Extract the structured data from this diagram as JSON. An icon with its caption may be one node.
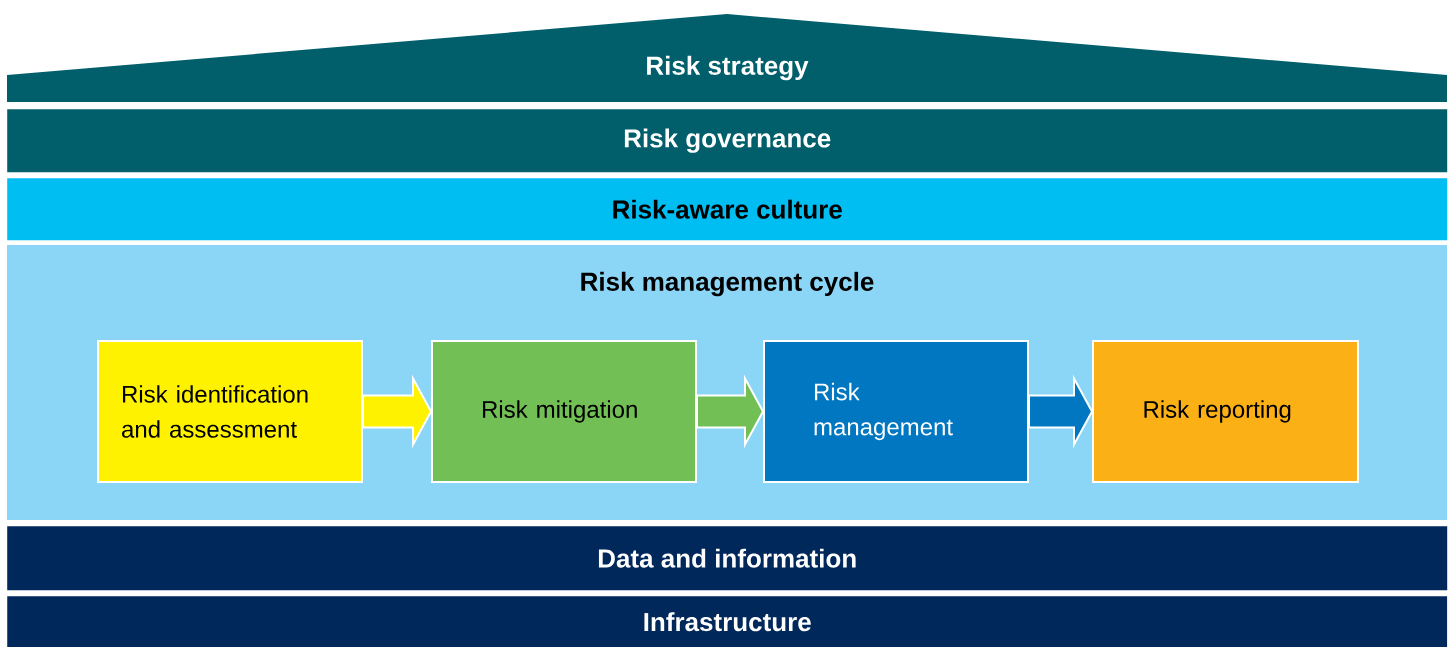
{
  "diagram": {
    "nodes": [
      {
        "text": [
          "Risk strategy"
        ]
      },
      {
        "text": [
          "Risk governance"
        ]
      },
      {
        "text": [
          "Risk-aware culture"
        ]
      },
      {
        "text": [
          "Risk management cycle"
        ]
      },
      {
        "text": [
          "Risk identification and assessment"
        ],
        "in": 3
      },
      {
        "text": [
          "Risk mitigation"
        ],
        "in": 3
      },
      {
        "text": [
          "Risk management"
        ],
        "in": 3
      },
      {
        "text": [
          "Risk reporting"
        ],
        "in": 3
      },
      {
        "text": [
          "Data and information"
        ]
      },
      {
        "text": [
          "Infrastructure"
        ]
      }
    ],
    "edges": [
      {
        "from": 4,
        "to": 5,
        "arrow": "to",
        "color": "#fff200"
      },
      {
        "from": 5,
        "to": 6,
        "arrow": "to",
        "color": "#72bf55"
      },
      {
        "from": 6,
        "to": 7,
        "arrow": "to",
        "color": "#0077c0"
      }
    ]
  }
}
